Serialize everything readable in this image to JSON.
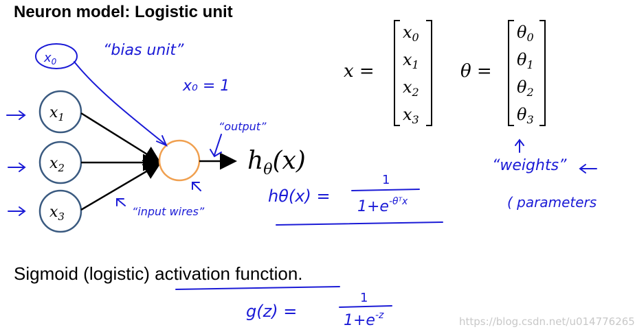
{
  "title": "Neuron model: Logistic unit",
  "subtitle": "Sigmoid (logistic) activation function.",
  "watermark": "https://blog.csdn.net/u014776265",
  "inputs": [
    {
      "name": "x",
      "sub": "0"
    },
    {
      "name": "x",
      "sub": "1"
    },
    {
      "name": "x",
      "sub": "2"
    },
    {
      "name": "x",
      "sub": "3"
    }
  ],
  "output": {
    "h": "h",
    "sub": "θ",
    "arg": "(x)"
  },
  "x_vector": {
    "lhs": "x =",
    "entries": [
      "x0",
      "x1",
      "x2",
      "x3"
    ],
    "base": "x",
    "subs": [
      "0",
      "1",
      "2",
      "3"
    ]
  },
  "theta_vector": {
    "lhs": "θ =",
    "base": "θ",
    "subs": [
      "0",
      "1",
      "2",
      "3"
    ]
  },
  "handwritten": {
    "bias_unit": "“bias unit”",
    "x0_equals": "x₀ = 1",
    "output_note": "“output”",
    "input_wires": "“input wires”",
    "weights": "“weights”",
    "parameters": "( parameters",
    "h_formula_lhs": "hθ(x) =",
    "h_formula_num": "1",
    "h_formula_den": "1+e",
    "h_formula_exp": "-θᵀx",
    "g_formula_lhs": "g(z) =",
    "g_formula_num": "1",
    "g_formula_den": "1+e",
    "g_formula_exp": "-z"
  },
  "colors": {
    "neuron": "#f0a050",
    "input_node": "#3a5a80",
    "ink": "#1a1ad6",
    "text": "#000000"
  }
}
